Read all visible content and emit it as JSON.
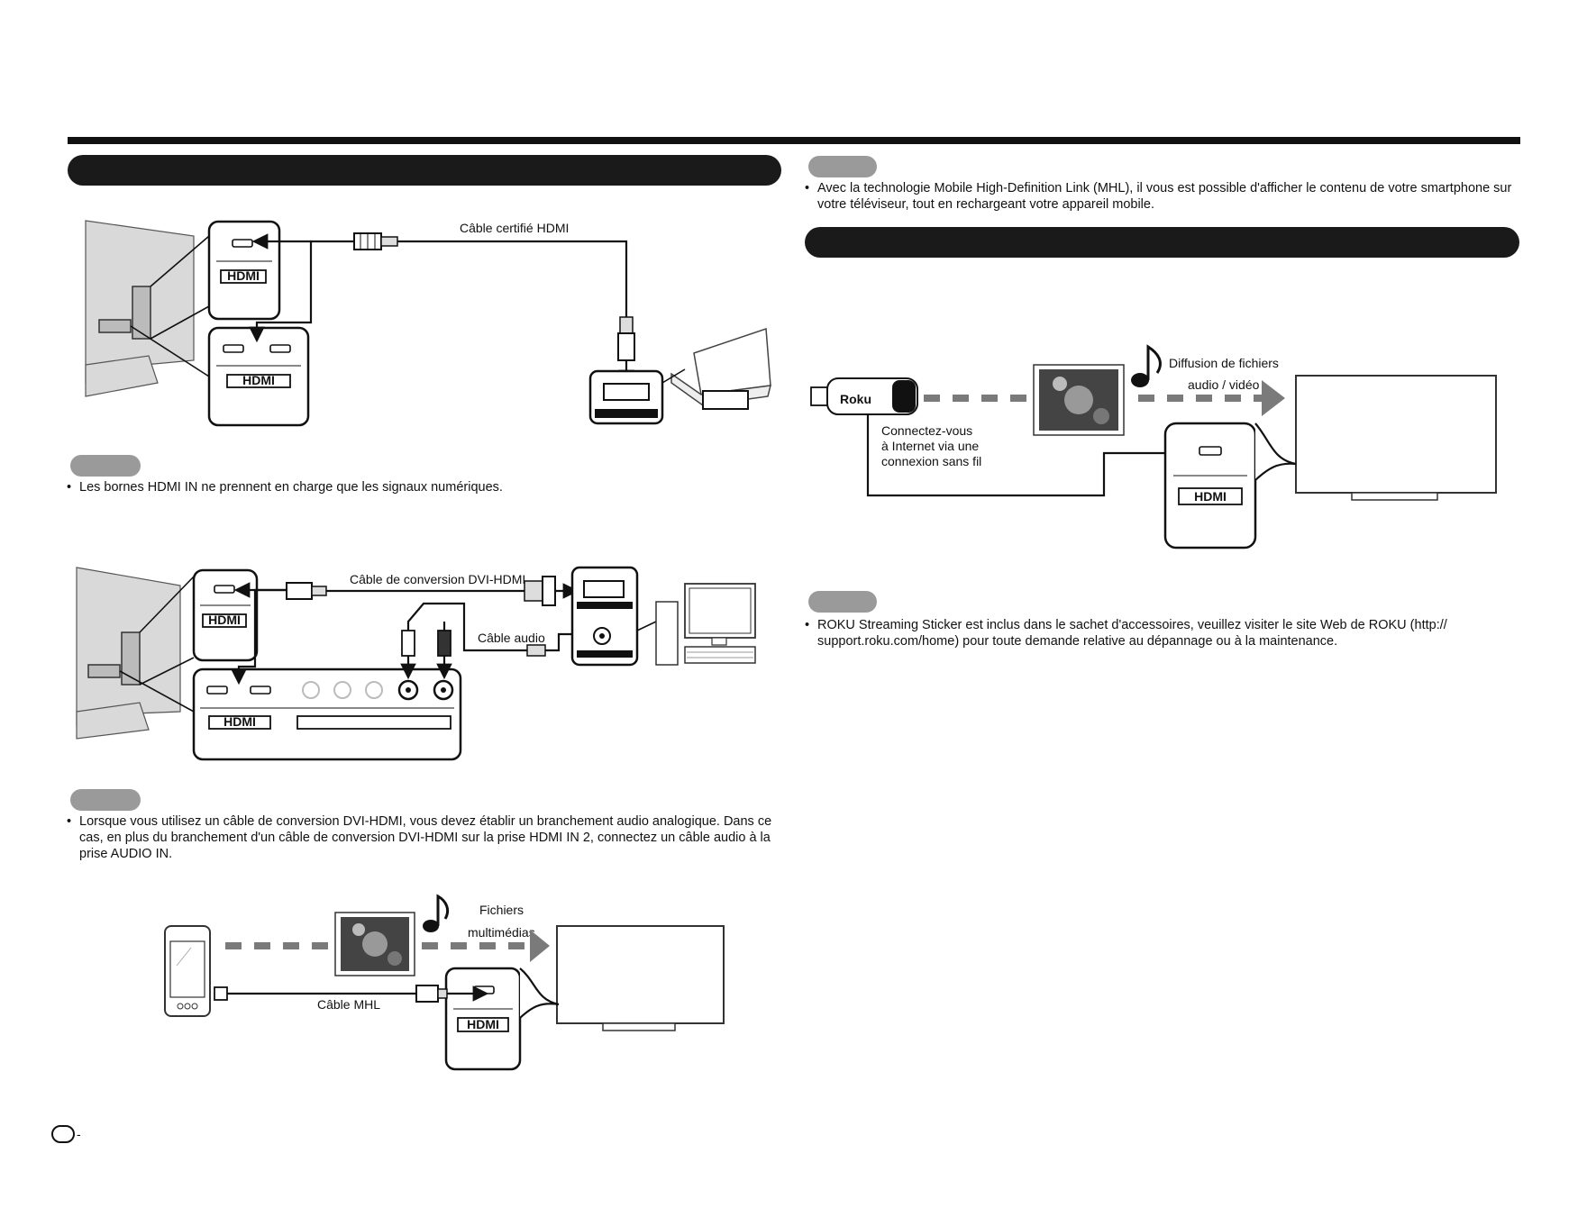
{
  "diagram1": {
    "cable_label": "Câble certifié HDMI"
  },
  "note1": {
    "bullet": "•",
    "text": "Les bornes HDMI IN ne prennent en charge que les signaux numériques."
  },
  "diagram2": {
    "dvi_cable_label": "Câble de conversion DVI-HDMI",
    "audio_cable_label": "Câble audio"
  },
  "note2": {
    "bullet": "•",
    "text": "Lorsque vous utilisez un câble de conversion DVI-HDMI, vous devez établir un branchement audio analogique. Dans ce cas, en plus du branchement d'un câble de conversion DVI-HDMI sur la prise HDMI IN 2, connectez un câble audio à la prise AUDIO IN."
  },
  "diagram3": {
    "media_label_1": "Fichiers",
    "media_label_2": "multimédias",
    "mhl_cable_label": "Câble MHL"
  },
  "note3": {
    "bullet": "•",
    "text": "Avec la technologie Mobile High-Definition Link (MHL), il vous est possible d'afficher le contenu de votre smartphone sur votre téléviseur, tout en rechargeant votre appareil mobile."
  },
  "diagram4": {
    "roku_logo": "Roku",
    "stream_label_1": "Diffusion de fichiers",
    "stream_label_2": "audio / vidéo",
    "wireless_label_1": "Connectez-vous",
    "wireless_label_2": "à Internet via une",
    "wireless_label_3": "connexion sans fil"
  },
  "note4": {
    "bullet": "•",
    "text": "ROKU Streaming Sticker est inclus dans le sachet d'accessoires, veuillez visiter le site Web de ROKU (http:// support.roku.com/home) pour toute demande relative au dépannage ou à la maintenance."
  },
  "hdmi_logo": "HDMI",
  "page_marker": "-"
}
